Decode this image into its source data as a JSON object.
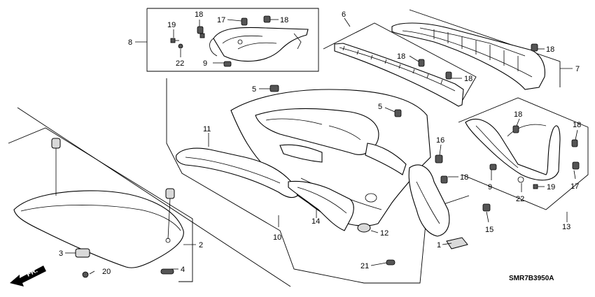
{
  "diagram_code": "SMR7B3950A",
  "direction_label": "FR.",
  "callouts": {
    "c1": "1",
    "c2": "2",
    "c3": "3",
    "c4": "4",
    "c5a": "5",
    "c5b": "5",
    "c6": "6",
    "c7": "7",
    "c8": "8",
    "c9a": "9",
    "c9b": "9",
    "c10": "10",
    "c11": "11",
    "c12": "12",
    "c13": "13",
    "c14": "14",
    "c15": "15",
    "c16": "16",
    "c17a": "17",
    "c17b": "17",
    "c18a": "18",
    "c18b": "18",
    "c18c": "18",
    "c18d": "18",
    "c18e": "18",
    "c18f": "18",
    "c18g": "18",
    "c18h": "18",
    "c19a": "19",
    "c19b": "19",
    "c20": "20",
    "c21": "21",
    "c22a": "22",
    "c22b": "22"
  }
}
